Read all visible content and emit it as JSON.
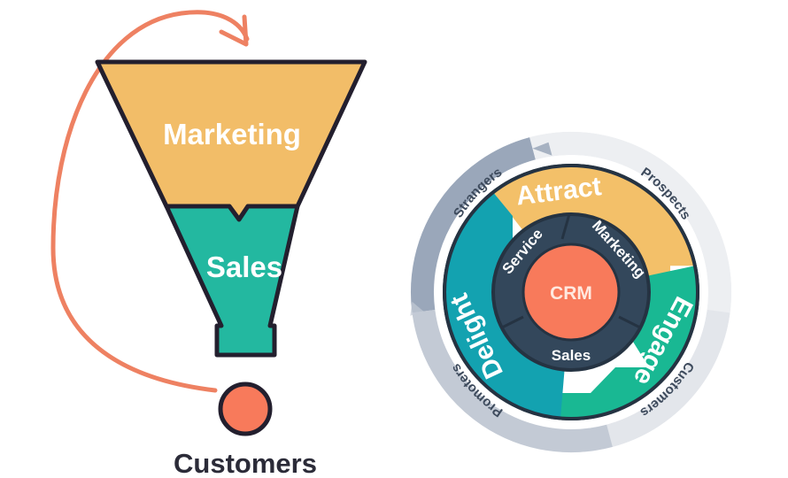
{
  "diagram": {
    "title_hidden": "",
    "funnel": {
      "name": "sales-funnel",
      "stages": [
        {
          "key": "marketing",
          "label": "Marketing",
          "color": "#F2BD68"
        },
        {
          "key": "sales",
          "label": "Sales",
          "color": "#23B8A0"
        }
      ],
      "outcome": {
        "key": "customers",
        "label": "Customers",
        "color": "#F87A5B"
      },
      "arrow": {
        "name": "recycle-arrow",
        "color": "#EE8162",
        "direction": "clockwise-from-customers-to-top"
      },
      "stroke_color": "#231F2E"
    },
    "flywheel": {
      "name": "hubspot-flywheel",
      "center": {
        "label": "CRM",
        "color": "#F87A5B"
      },
      "inner_ring": {
        "color": "#33475B",
        "segments": [
          {
            "key": "service",
            "label": "Service"
          },
          {
            "key": "marketing",
            "label": "Marketing"
          },
          {
            "key": "sales",
            "label": "Sales"
          }
        ]
      },
      "middle_ring": {
        "segments": [
          {
            "key": "attract",
            "label": "Attract",
            "color": "#F3C069"
          },
          {
            "key": "engage",
            "label": "Engage",
            "color": "#19B893"
          },
          {
            "key": "delight",
            "label": "Delight",
            "color": "#13A2B0"
          }
        ]
      },
      "outer_ring": {
        "segments": [
          {
            "key": "strangers",
            "label": "Strangers",
            "color": "#9AA7BA"
          },
          {
            "key": "prospects",
            "label": "Prospects",
            "color": "#EDEFF2"
          },
          {
            "key": "customers",
            "label": "Customers",
            "color": "#E3E6EB"
          },
          {
            "key": "promoters",
            "label": "Promoters",
            "color": "#C3CAD5"
          }
        ]
      },
      "stroke_color": "#253342"
    },
    "palette": {
      "yellow": "#F2BD68",
      "teal": "#23B8A0",
      "orange": "#F87A5B",
      "navy": "#33475B",
      "green": "#19B893",
      "cyan": "#13A2B0",
      "ink": "#231F2E",
      "gray": "#9AA7BA"
    }
  }
}
